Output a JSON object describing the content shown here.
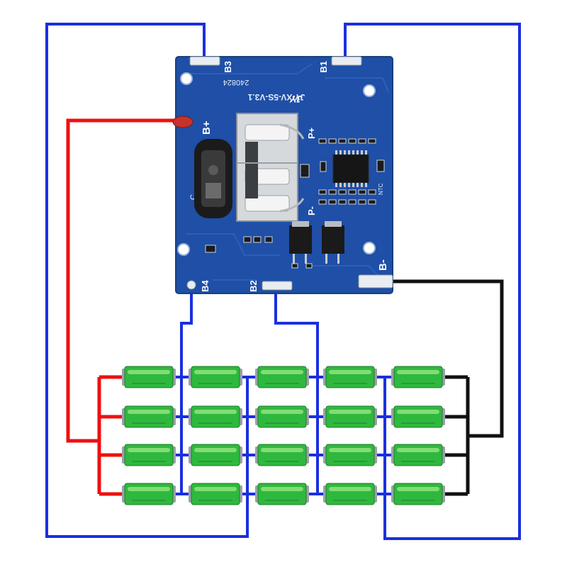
{
  "board": {
    "model": "JY-XV-5S-V3.1",
    "code": "240824",
    "logo": "JY",
    "colors": {
      "pcb": "#1f4fa6",
      "pcb_edge": "#17407f",
      "pad": "#e9edf2"
    },
    "labels": {
      "b_plus": "B+",
      "b_minus": "B-",
      "b1": "B1",
      "b2": "B2",
      "b3": "B3",
      "b4": "B4",
      "p_plus": "P+",
      "p_minus": "P-",
      "ntc": "NTC",
      "c": "C"
    }
  },
  "wires": {
    "colors": {
      "balance": "#1a2fe0",
      "positive": "#ee1010",
      "negative": "#111111"
    }
  },
  "cells": {
    "rows": 4,
    "cols": 5,
    "colors": {
      "body": "#2fb83e",
      "highlight": "#8fe37e",
      "cap": "#9aa1a8"
    }
  }
}
